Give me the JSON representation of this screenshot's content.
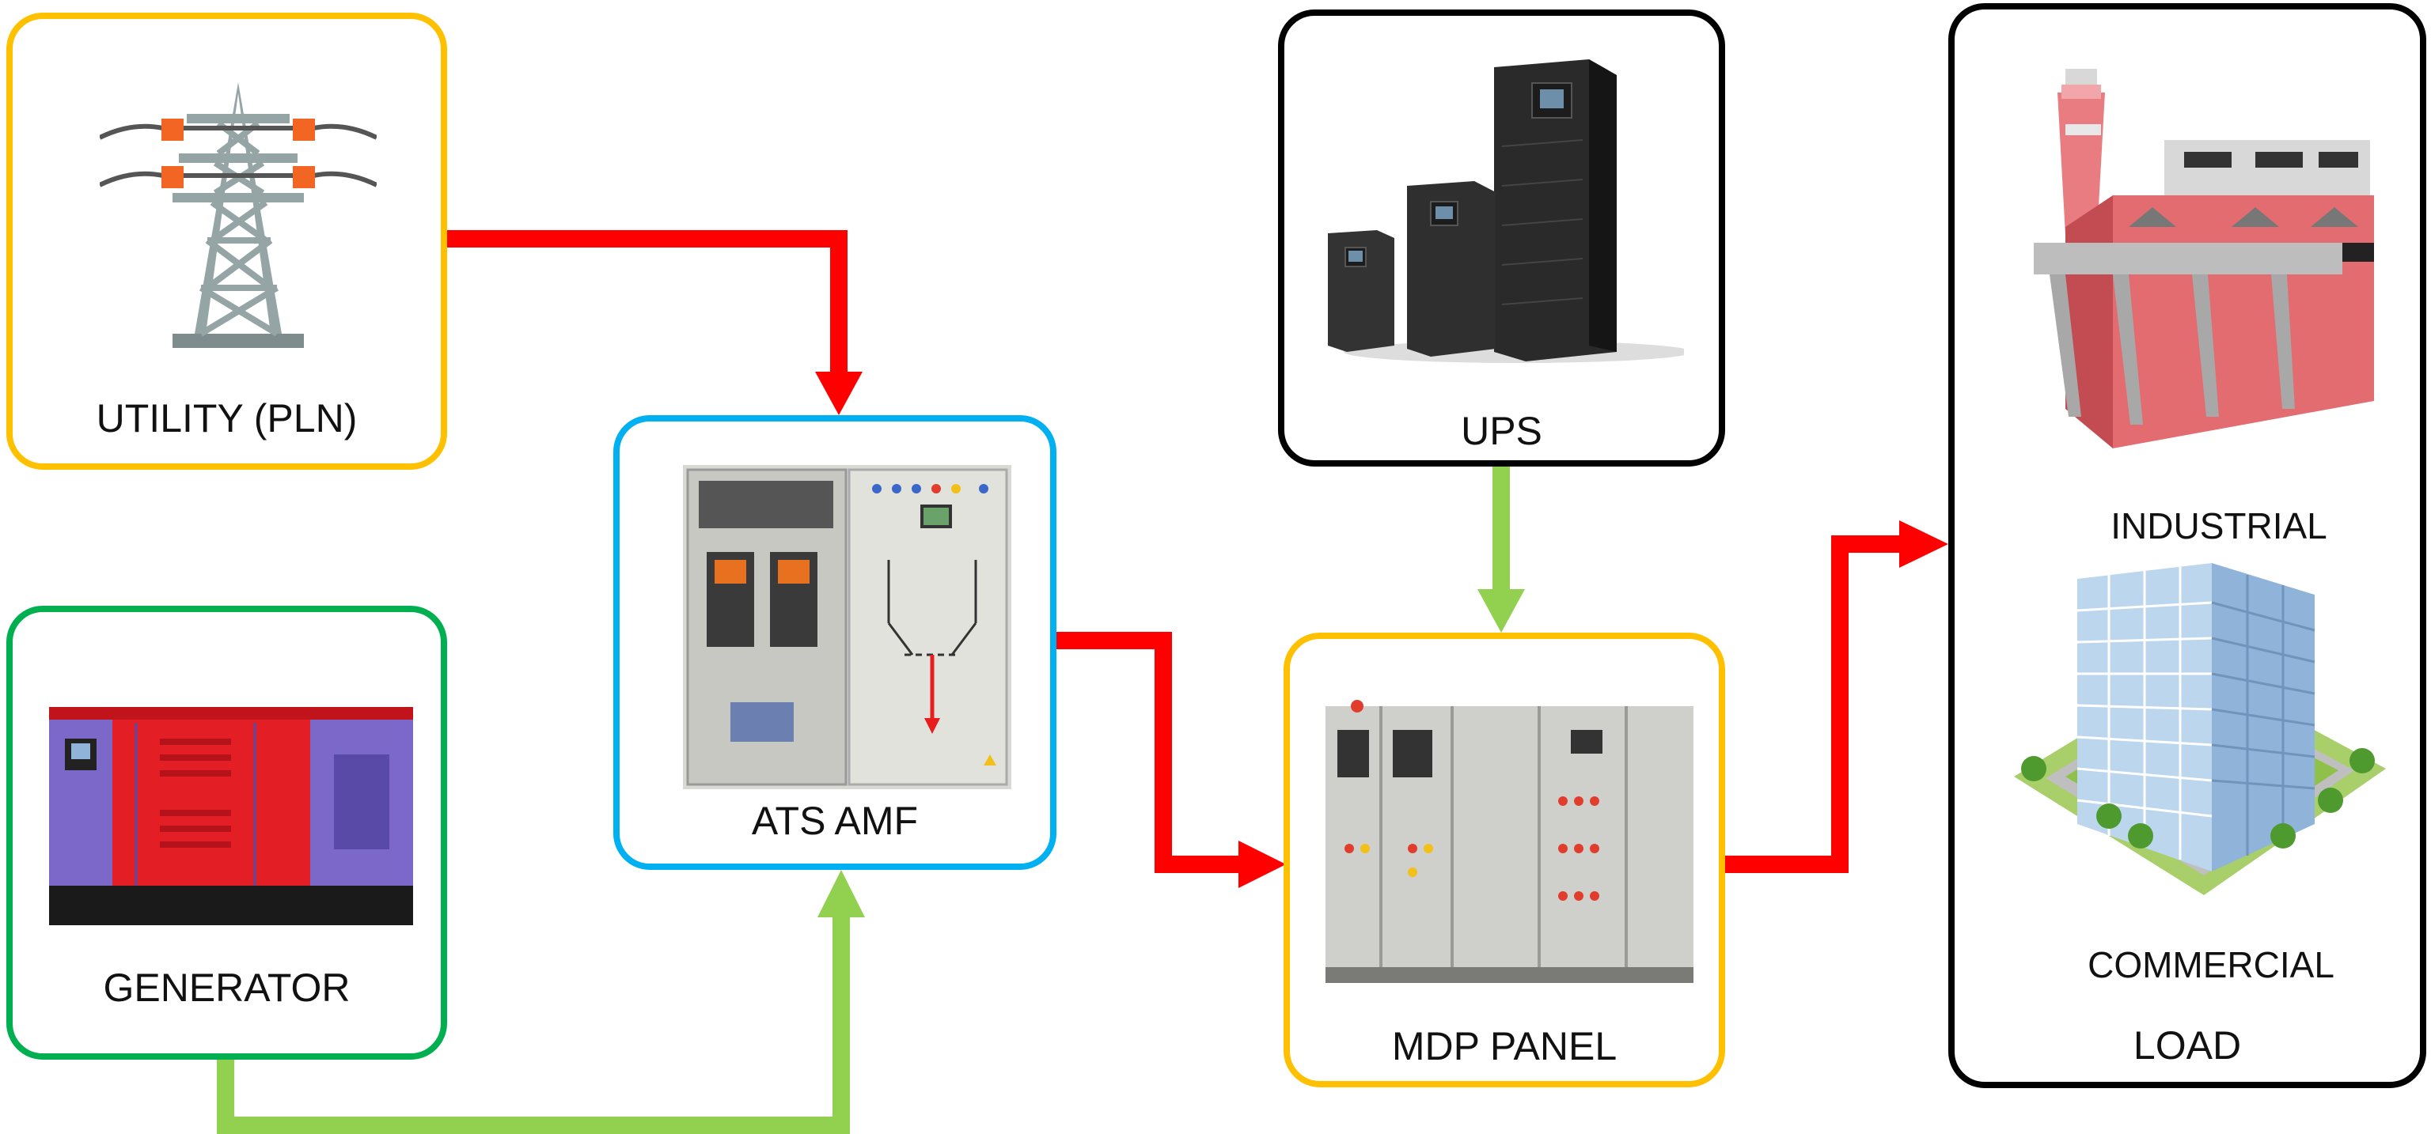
{
  "nodes": {
    "utility": {
      "label": "UTILITY (PLN)",
      "border": "#FFC000"
    },
    "generator": {
      "label": "GENERATOR",
      "border": "#00B050"
    },
    "ats": {
      "label": "ATS AMF",
      "border": "#00B0F0"
    },
    "ups": {
      "label": "UPS",
      "border": "#000000"
    },
    "mdp": {
      "label": "MDP PANEL",
      "border": "#FFC000"
    },
    "load": {
      "label": "LOAD",
      "border": "#000000",
      "industrial_label": "INDUSTRIAL",
      "commercial_label": "COMMERCIAL"
    }
  },
  "connectors": [
    {
      "from": "utility",
      "to": "ats",
      "color": "#FF0000"
    },
    {
      "from": "generator",
      "to": "ats",
      "color": "#92D050"
    },
    {
      "from": "ats",
      "to": "mdp",
      "color": "#FF0000"
    },
    {
      "from": "ups",
      "to": "mdp",
      "color": "#92D050"
    },
    {
      "from": "mdp",
      "to": "load",
      "color": "#FF0000"
    }
  ],
  "icons": {
    "utility": "transmission-tower-icon",
    "generator": "generator-set-icon",
    "ats": "ats-panel-icon",
    "ups": "ups-units-icon",
    "mdp": "mdp-cabinet-icon",
    "industrial": "factory-icon",
    "commercial": "office-building-icon"
  }
}
